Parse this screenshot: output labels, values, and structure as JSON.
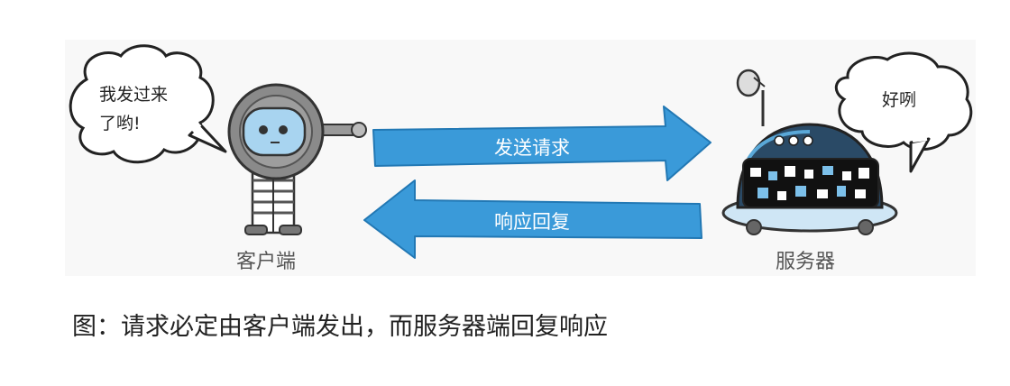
{
  "client": {
    "label": "客户端",
    "speech_line1": "我发过来",
    "speech_line2": "了哟!"
  },
  "server": {
    "label": "服务器",
    "speech": "好咧"
  },
  "request_arrow": {
    "label": "发送请求",
    "color": "#3a9ad9"
  },
  "response_arrow": {
    "label": "响应回复",
    "color": "#3a9ad9"
  },
  "caption": "图：请求必定由客户端发出，而服务器端回复响应"
}
